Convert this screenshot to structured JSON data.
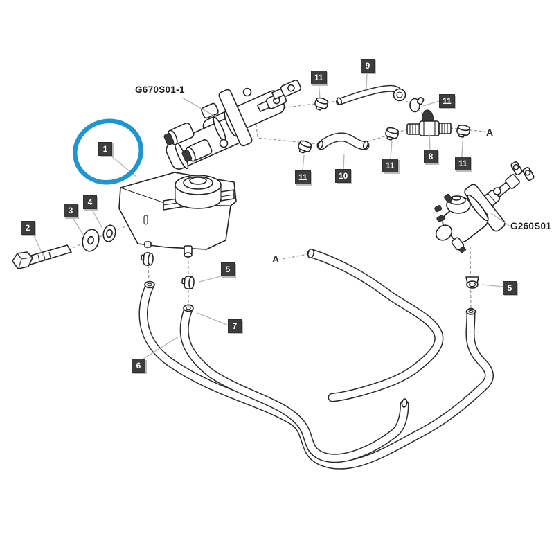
{
  "diagram": {
    "background": "#ffffff",
    "highlight_color": "#1e96d2",
    "callout_style": {
      "bg": "#3d3d3d",
      "fg": "#ffffff"
    },
    "assembly_codes": {
      "left": "G670S01-1",
      "right": "G260S01"
    },
    "ref_letter": "A",
    "callouts": [
      {
        "ref": "1"
      },
      {
        "ref": "2"
      },
      {
        "ref": "3"
      },
      {
        "ref": "4"
      },
      {
        "ref": "5"
      },
      {
        "ref": "5"
      },
      {
        "ref": "6"
      },
      {
        "ref": "7"
      },
      {
        "ref": "8"
      },
      {
        "ref": "9"
      },
      {
        "ref": "10"
      },
      {
        "ref": "11"
      },
      {
        "ref": "11"
      },
      {
        "ref": "11"
      },
      {
        "ref": "11"
      },
      {
        "ref": "11"
      }
    ]
  }
}
